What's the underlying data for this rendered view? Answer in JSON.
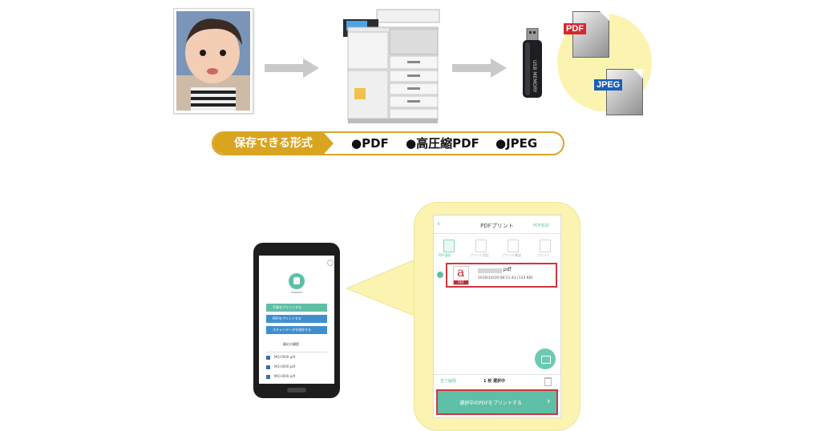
{
  "formats": {
    "label": "保存できる形式",
    "items": [
      "●PDF",
      "●高圧縮PDF",
      "●JPEG"
    ]
  },
  "usb": {
    "label": "USB MEMORY"
  },
  "files": {
    "pdf_tag": "PDF",
    "jpeg_tag": "JPEG"
  },
  "phone": {
    "menu": [
      "写真をプリントする",
      "PDFをプリントする",
      "スキャンデータを保存する"
    ],
    "history_title": "最近の履歴",
    "history_items": [
      "MQ-0000.pdf",
      "MQ-0000.pdf",
      "MQ-0000.pdf"
    ]
  },
  "app": {
    "title": "PDFプリント",
    "header_right": "PDF追加",
    "steps": [
      "PDF選択",
      "プリント設定",
      "プリント確認",
      "プリント"
    ],
    "file": {
      "name": ".pdf",
      "meta": "2019/10/29 08:11:43 (133 KB)",
      "icon_letter": "a",
      "icon_tag": "PDF"
    },
    "deselect_all": "全て解除",
    "selected_count": "1 枚 選択中",
    "print_button": "選択中のPDFをプリントする"
  },
  "colors": {
    "gold": "#d9a521",
    "bubble": "#fbf3b0",
    "teal": "#5fbfa6",
    "highlight": "#d0353d"
  }
}
